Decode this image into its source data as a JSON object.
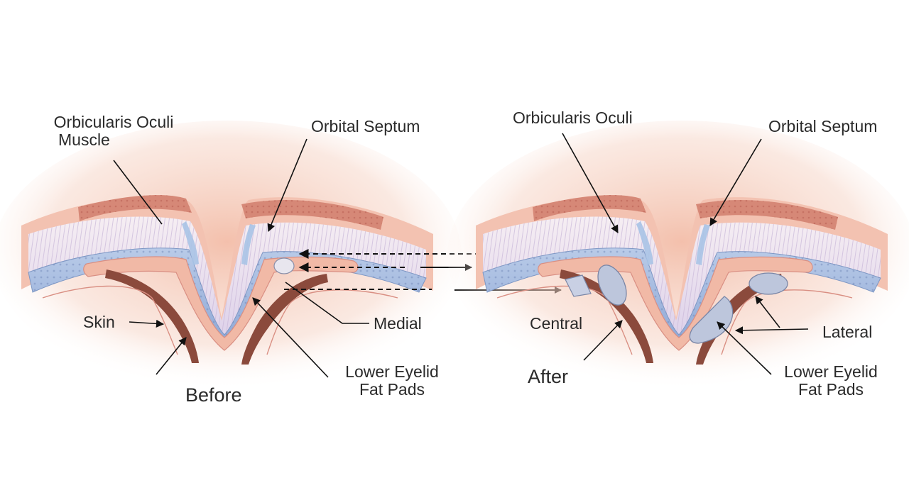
{
  "panels": {
    "before": {
      "caption": "Before",
      "labels": {
        "orbicularis": [
          "Orbicularis Oculi",
          "Muscle"
        ],
        "septum": "Orbital Septum",
        "skin": "Skin",
        "medial": "Medial",
        "fat_pads": [
          "Lower Eyelid",
          "Fat Pads"
        ]
      }
    },
    "after": {
      "caption": "After",
      "labels": {
        "orbicularis": "Orbicularis Oculi",
        "septum": "Orbital Septum",
        "central": "Central",
        "lateral": "Lateral",
        "fat_pads": [
          "Lower Eyelid",
          "Fat Pads"
        ]
      }
    }
  },
  "colors": {
    "glow": "#f4cbb8",
    "skin": "#f3c2b1",
    "skin_edge": "#d98f83",
    "dermis": "#d68877",
    "muscle": "#ece3f0",
    "muscle_fiber": "#c8b8d8",
    "septum": "#a7bedf",
    "septum_edge": "#7e97c4",
    "inner_tissue": "#f1b9a6",
    "tendon": "#8b4a3c",
    "fat_pad": "#bdc6dc",
    "fat_pad_edge": "#7a86a6",
    "arrow": "#111111",
    "text": "#2a2a2a"
  }
}
